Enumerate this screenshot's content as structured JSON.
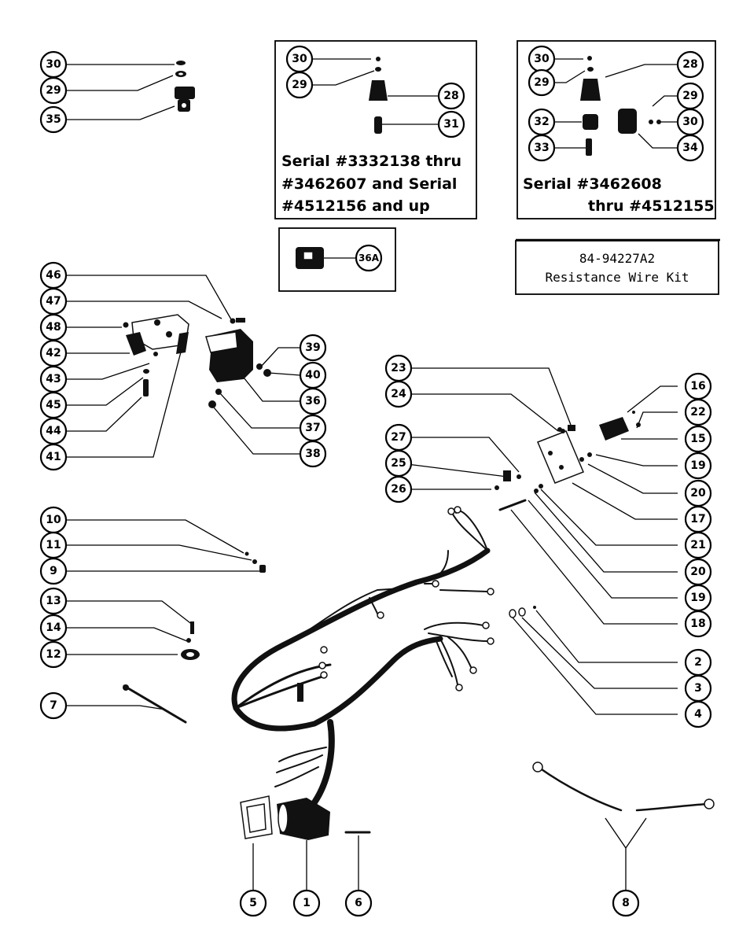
{
  "inset_left": {
    "serial_lines": [
      "Serial #3332138 thru",
      "#3462607 and Serial",
      "#4512156 and up"
    ]
  },
  "inset_right": {
    "serial_lines": [
      "Serial #3462608",
      "thru #4512155"
    ]
  },
  "kit_box": {
    "line1": "84-94227A2",
    "line2": "Resistance Wire Kit"
  },
  "callouts": [
    {
      "id": "c30a",
      "label": "30"
    },
    {
      "id": "c29a",
      "label": "29"
    },
    {
      "id": "c35",
      "label": "35"
    },
    {
      "id": "c30b",
      "label": "30"
    },
    {
      "id": "c29b",
      "label": "29"
    },
    {
      "id": "c28a",
      "label": "28"
    },
    {
      "id": "c31",
      "label": "31"
    },
    {
      "id": "c30c",
      "label": "30"
    },
    {
      "id": "c29c",
      "label": "29"
    },
    {
      "id": "c28b",
      "label": "28"
    },
    {
      "id": "c29d",
      "label": "29"
    },
    {
      "id": "c32",
      "label": "32"
    },
    {
      "id": "c30d",
      "label": "30"
    },
    {
      "id": "c33",
      "label": "33"
    },
    {
      "id": "c34",
      "label": "34"
    },
    {
      "id": "c36A",
      "label": "36A"
    },
    {
      "id": "c46",
      "label": "46"
    },
    {
      "id": "c47",
      "label": "47"
    },
    {
      "id": "c48",
      "label": "48"
    },
    {
      "id": "c42",
      "label": "42"
    },
    {
      "id": "c43",
      "label": "43"
    },
    {
      "id": "c45",
      "label": "45"
    },
    {
      "id": "c44",
      "label": "44"
    },
    {
      "id": "c41",
      "label": "41"
    },
    {
      "id": "c39",
      "label": "39"
    },
    {
      "id": "c40",
      "label": "40"
    },
    {
      "id": "c36",
      "label": "36"
    },
    {
      "id": "c37",
      "label": "37"
    },
    {
      "id": "c38",
      "label": "38"
    },
    {
      "id": "c23",
      "label": "23"
    },
    {
      "id": "c24",
      "label": "24"
    },
    {
      "id": "c27",
      "label": "27"
    },
    {
      "id": "c25",
      "label": "25"
    },
    {
      "id": "c26",
      "label": "26"
    },
    {
      "id": "c16",
      "label": "16"
    },
    {
      "id": "c22",
      "label": "22"
    },
    {
      "id": "c15",
      "label": "15"
    },
    {
      "id": "c19a",
      "label": "19"
    },
    {
      "id": "c20a",
      "label": "20"
    },
    {
      "id": "c17",
      "label": "17"
    },
    {
      "id": "c21",
      "label": "21"
    },
    {
      "id": "c20b",
      "label": "20"
    },
    {
      "id": "c19b",
      "label": "19"
    },
    {
      "id": "c18",
      "label": "18"
    },
    {
      "id": "c10",
      "label": "10"
    },
    {
      "id": "c11",
      "label": "11"
    },
    {
      "id": "c9",
      "label": "9"
    },
    {
      "id": "c13",
      "label": "13"
    },
    {
      "id": "c14",
      "label": "14"
    },
    {
      "id": "c12",
      "label": "12"
    },
    {
      "id": "c7",
      "label": "7"
    },
    {
      "id": "c2",
      "label": "2"
    },
    {
      "id": "c3",
      "label": "3"
    },
    {
      "id": "c4",
      "label": "4"
    },
    {
      "id": "c5",
      "label": "5"
    },
    {
      "id": "c1",
      "label": "1"
    },
    {
      "id": "c6",
      "label": "6"
    },
    {
      "id": "c8",
      "label": "8"
    }
  ]
}
